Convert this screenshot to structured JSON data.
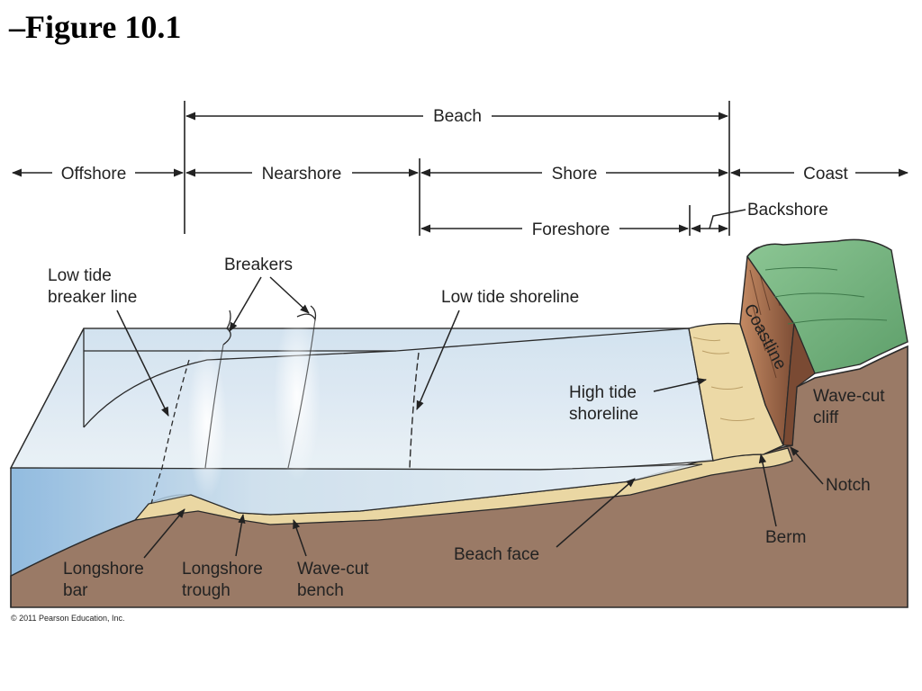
{
  "title": "–Figure 10.1",
  "zone_labels": {
    "beach": "Beach",
    "offshore": "Offshore",
    "nearshore": "Nearshore",
    "shore": "Shore",
    "coast": "Coast",
    "foreshore": "Foreshore",
    "backshore": "Backshore"
  },
  "feature_labels": {
    "low_tide_breaker_line": [
      "Low tide",
      "breaker line"
    ],
    "breakers": "Breakers",
    "low_tide_shoreline": "Low tide shoreline",
    "coastline": "Coastline",
    "high_tide_shoreline": [
      "High tide",
      "shoreline"
    ],
    "wave_cut_cliff": [
      "Wave-cut",
      "cliff"
    ],
    "notch": "Notch",
    "berm": "Berm",
    "beach_face": "Beach face",
    "longshore_bar": [
      "Longshore",
      "bar"
    ],
    "longshore_trough": [
      "Longshore",
      "trough"
    ],
    "wave_cut_bench": [
      "Wave-cut",
      "bench"
    ]
  },
  "copyright": "© 2011 Pearson Education, Inc.",
  "colors": {
    "water_light": "#dbe8f2",
    "water_deep": "#8fb8dc",
    "sand": "#ead7a3",
    "rock": "#9a7a66",
    "cliff_face": "#a2684a",
    "grass": "#6fb07a"
  }
}
